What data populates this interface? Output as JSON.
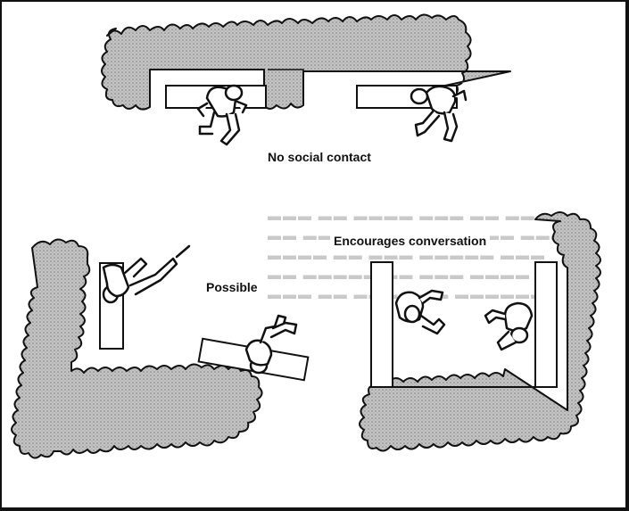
{
  "diagram": {
    "top_label": "No social contact",
    "left_label": "Possible",
    "right_label": "Encourages conversation"
  },
  "colors": {
    "ink": "#111111",
    "hedge": "#b9b9b9",
    "show_through": "#c9c9c9",
    "paper": "#ffffff"
  },
  "icons": [
    "hedge",
    "bench",
    "seated-person"
  ]
}
